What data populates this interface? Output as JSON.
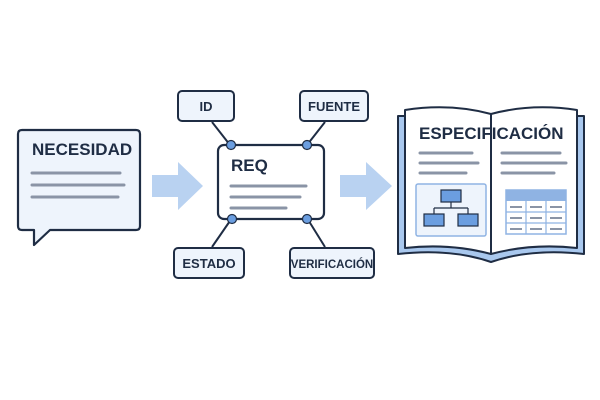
{
  "need": {
    "title": "NECESIDAD"
  },
  "req": {
    "title": "REQ",
    "attributes": [
      "ID",
      "FUENTE",
      "ESTADO",
      "VERIFICACIÓN"
    ]
  },
  "spec": {
    "title": "ESPECIFICACIÓN"
  },
  "colors": {
    "ink": "#1f2d44",
    "accent": "#5b8fd6",
    "fill_light": "#eef4fc",
    "arrow": "#b9d2f1",
    "line_gray": "#8a94a6",
    "node_dot": "#6b9ee0"
  }
}
